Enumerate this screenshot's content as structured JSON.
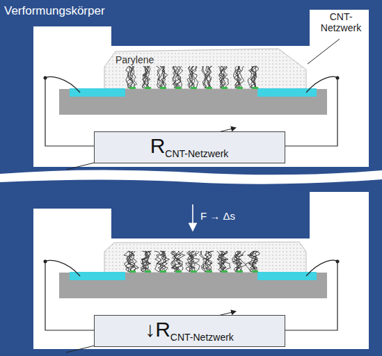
{
  "diagram": {
    "nodes": [
      {
        "text": [
          "R",
          "CNT-Netzwerk"
        ]
      },
      {
        "text": [
          "↓R",
          "CNT-Netzwerk"
        ]
      }
    ],
    "labels": [
      "Verformungskörper",
      "Parylene",
      "CNT- Netzwerk",
      "F → Δs"
    ]
  }
}
